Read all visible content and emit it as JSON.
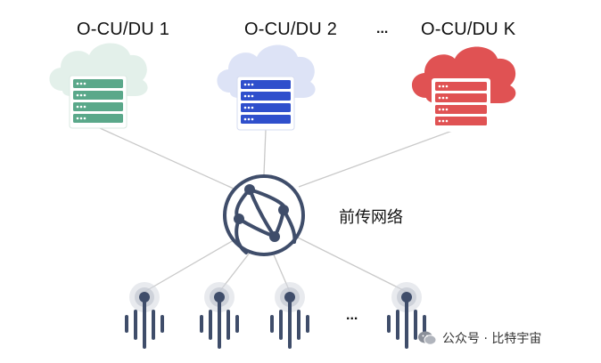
{
  "nodes": [
    {
      "label": "O-CU/DU 1",
      "color": "#5aa88a",
      "cloud_color": "#e3f0ea"
    },
    {
      "label": "O-CU/DU 2",
      "color": "#2f4fcc",
      "cloud_color": "#dde3f6"
    },
    {
      "label": "O-CU/DU K",
      "color": "#e05253",
      "cloud_color": "#e05253"
    }
  ],
  "node_ellipsis": "...",
  "network_label": "前传网络",
  "ru_ellipsis": "...",
  "watermark": "公众号 · 比特宇宙",
  "colors": {
    "globe": "#3f4d6a",
    "link": "#c9c9c9",
    "antenna": "#3f4d6a",
    "halo": "#d6d8e0"
  },
  "icons": [
    "cloud-server-icon",
    "globe-network-icon",
    "radio-antenna-icon",
    "wechat-icon"
  ]
}
